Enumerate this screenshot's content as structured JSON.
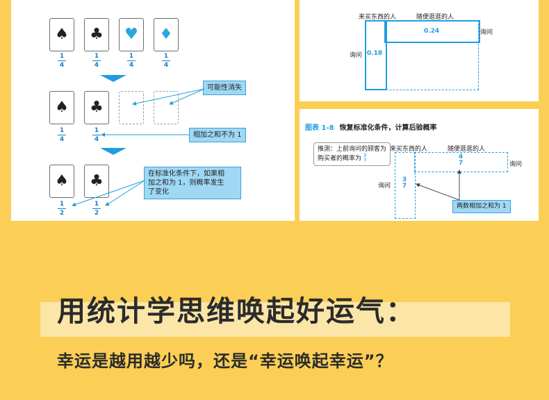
{
  "left_panel": {
    "row1": {
      "cards": [
        {
          "suit": "♠",
          "color": "#222222",
          "icon": "spade-icon"
        },
        {
          "suit": "♣",
          "color": "#222222",
          "icon": "club-icon"
        },
        {
          "suit": "♥",
          "color": "#2aa7dc",
          "icon": "heart-icon"
        },
        {
          "suit": "♦",
          "color": "#2aa7dc",
          "icon": "diamond-icon"
        }
      ],
      "fractions": [
        {
          "num": "1",
          "den": "4"
        },
        {
          "num": "1",
          "den": "4"
        },
        {
          "num": "1",
          "den": "4"
        },
        {
          "num": "1",
          "den": "4"
        }
      ]
    },
    "row2": {
      "cards": [
        {
          "suit": "♠",
          "icon": "spade-icon"
        },
        {
          "suit": "♣",
          "icon": "club-icon"
        }
      ],
      "fractions": [
        {
          "num": "1",
          "den": "4"
        },
        {
          "num": "1",
          "den": "4"
        }
      ],
      "callout_possibility": "可能性消失",
      "callout_sum": "相加之和不为 1"
    },
    "row3": {
      "cards": [
        {
          "suit": "♠",
          "icon": "spade-icon"
        },
        {
          "suit": "♣",
          "icon": "club-icon"
        }
      ],
      "fractions": [
        {
          "num": "1",
          "den": "2"
        },
        {
          "num": "1",
          "den": "2"
        }
      ],
      "callout_line1": "在标准化条件下，如果相",
      "callout_line2": "加之和为 1，则概率发生",
      "callout_line3": "了变化"
    },
    "accent_color": "#1f9de0"
  },
  "top_right": {
    "label_buy": "来买东西的人",
    "label_browse": "随便逛逛的人",
    "label_ask_right": "询问",
    "label_ask_left": "询问",
    "value_top": "0.24",
    "value_left": "0.18"
  },
  "bottom_right": {
    "fig_number": "图表 1-8",
    "fig_title": "恢复标准化条件，计算后验概率",
    "note_line1": "推测：上前询问的顾客为",
    "note_line2": "购买者的概率为",
    "note_frac": {
      "num": "3",
      "den": "7"
    },
    "label_buy": "来买东西的人",
    "label_browse": "随便逛逛的人",
    "label_ask_right": "询问",
    "label_ask_left": "询问",
    "value_top": {
      "num": "4",
      "den": "7"
    },
    "value_left": {
      "num": "3",
      "den": "7"
    },
    "callout_sum": "两数相加之和为 1"
  },
  "headline": "用统计学思维唤起好运气：",
  "subline": "幸运是越用越少吗，还是“幸运唤起幸运”？",
  "colors": {
    "background": "#fbcf55",
    "headline_band": "#fbe6a8",
    "accent_blue": "#1f9de0",
    "callout_fill": "#9fd8f5"
  }
}
